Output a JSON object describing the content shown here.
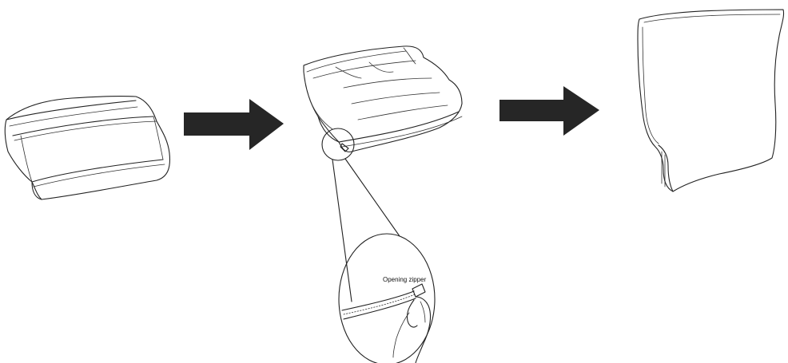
{
  "steps": [
    {
      "id": "cushion-closed",
      "icon": "cushion-icon"
    },
    {
      "id": "cover-unzipped",
      "icon": "cushion-cover-icon"
    },
    {
      "id": "cover-removed",
      "icon": "cover-flat-icon"
    }
  ],
  "arrows": [
    "arrow-right-icon",
    "arrow-right-icon"
  ],
  "callout": {
    "label": "Opening zipper",
    "icon": "zipper-icon"
  },
  "colors": {
    "line": "#222222",
    "arrow": "#262626",
    "background": "#ffffff"
  }
}
